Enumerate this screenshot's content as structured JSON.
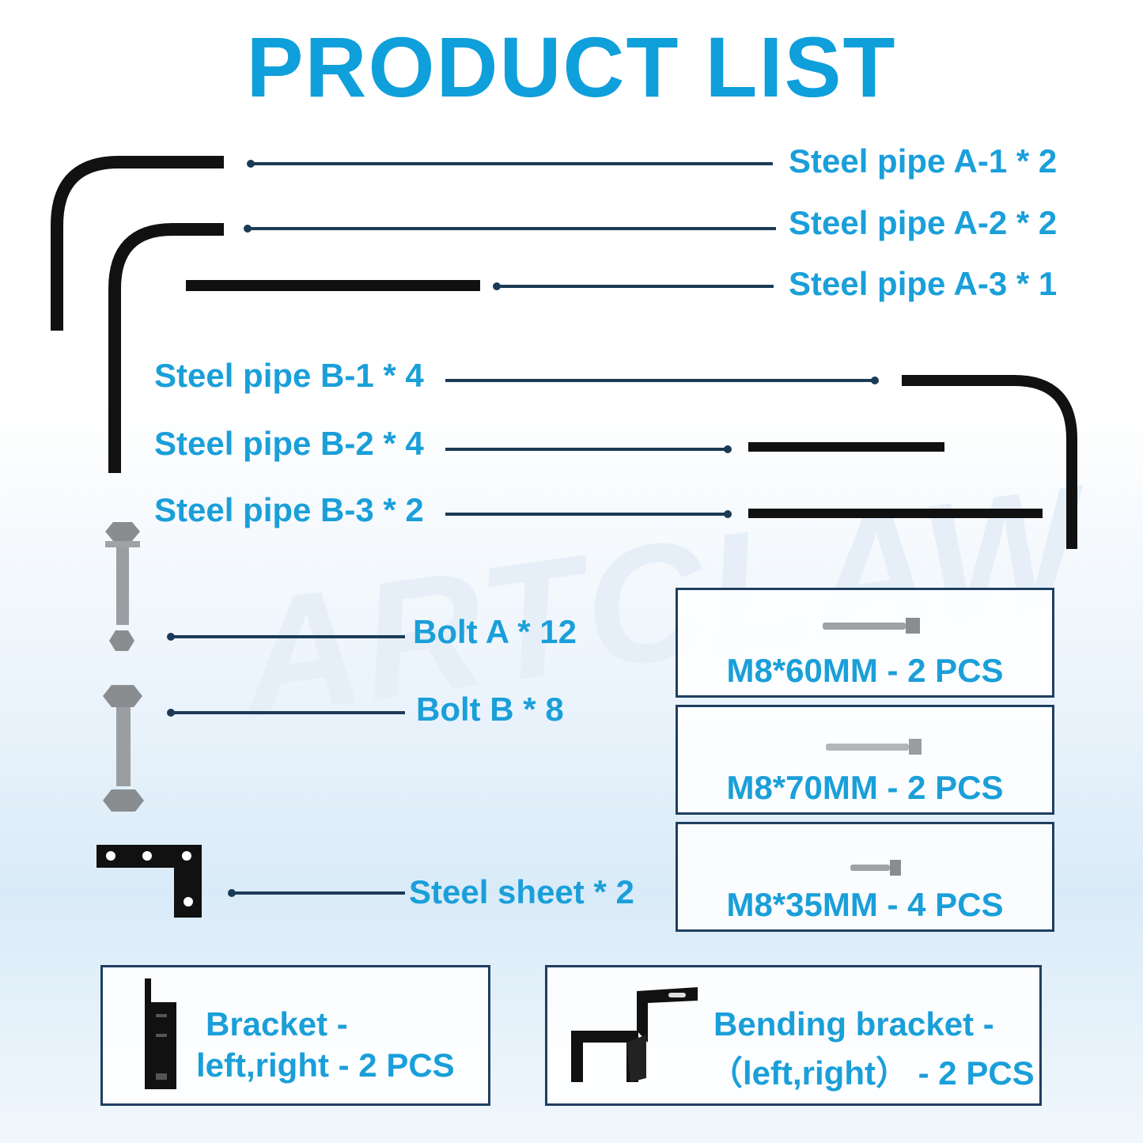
{
  "title": "PRODUCT LIST",
  "watermark": "ARTCLAW",
  "colors": {
    "accent": "#0f9fdb",
    "line": "#1b3a56",
    "part": "#111111"
  },
  "labels": {
    "a1": "Steel pipe A-1 * 2",
    "a2": "Steel pipe A-2 * 2",
    "a3": "Steel pipe A-3 * 1",
    "b1": "Steel pipe B-1 * 4",
    "b2": "Steel pipe B-2 * 4",
    "b3": "Steel pipe B-3 * 2",
    "bolt_a": "Bolt A * 12",
    "bolt_b": "Bolt B * 8",
    "sheet": "Steel sheet * 2"
  },
  "specs": [
    {
      "label": "M8*60MM - 2 PCS"
    },
    {
      "label": "M8*70MM - 2 PCS"
    },
    {
      "label": "M8*35MM - 4 PCS"
    }
  ],
  "brackets": {
    "left_line1": "Bracket -",
    "left_line2": "left,right - 2 PCS",
    "right_line1": "Bending bracket -",
    "right_line2": "（left,right） - 2 PCS"
  }
}
